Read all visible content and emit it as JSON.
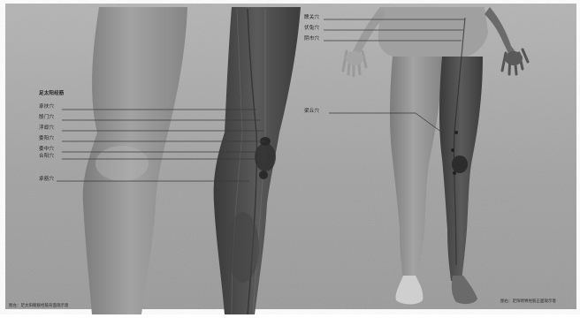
{
  "figure": {
    "colors": {
      "background": "#a6a6a6",
      "skin": "#979797",
      "muscle": "#4f4f4f",
      "leader_line": "#3a3a3a"
    },
    "left_view_labels": [
      {
        "id": "header",
        "text": "足太阳经筋"
      },
      {
        "id": "l1",
        "text": "承扶穴"
      },
      {
        "id": "l2",
        "text": "殷门穴"
      },
      {
        "id": "l3",
        "text": "浮郄穴"
      },
      {
        "id": "l4",
        "text": "委阳穴"
      },
      {
        "id": "l5",
        "text": "委中穴"
      },
      {
        "id": "l6",
        "text": "合阳穴"
      },
      {
        "id": "l7",
        "text": "承筋穴"
      }
    ],
    "right_view_labels": [
      {
        "id": "r1",
        "text": "髀关穴"
      },
      {
        "id": "r2",
        "text": "伏兔穴"
      },
      {
        "id": "r3",
        "text": "阴市穴"
      },
      {
        "id": "r4",
        "text": "梁丘穴"
      }
    ],
    "captions": {
      "left": "图左：足太阳膀胱经筋背面观示意",
      "right": "图右：足阳明胃经筋正面观示意"
    }
  }
}
